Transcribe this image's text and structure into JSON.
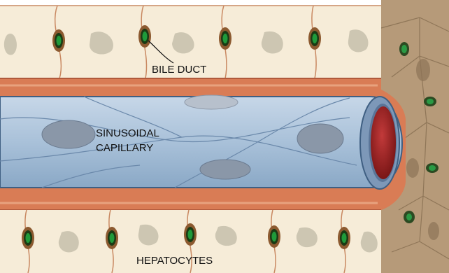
{
  "labels": {
    "bile_duct": "BILE DUCT",
    "sinusoidal_line1": "SINUSOIDAL",
    "sinusoidal_line2": "CAPILLARY",
    "hepatocytes": "HEPATOCYTES"
  },
  "colors": {
    "hepatocyte_fill": "#f6ecd8",
    "hepatocyte_edge": "#c98962",
    "nucleus_fill": "#cdc6b2",
    "bile_duct_dark": "#1b3a14",
    "bile_duct_green": "#1f9a3a",
    "bile_duct_sheath": "#8c5a30",
    "perisinusoidal_space": "#d97c55",
    "perisinusoidal_dark": "#b05a3c",
    "capillary_fill": "#a9c1d9",
    "capillary_edge": "#3f5f82",
    "endothelial_nucleus": "#8a97a8",
    "red_blood_cell": "#9b1f1f",
    "tissue_right": "#b79b7b",
    "tissue_right_nucleus": "#8d7357"
  }
}
